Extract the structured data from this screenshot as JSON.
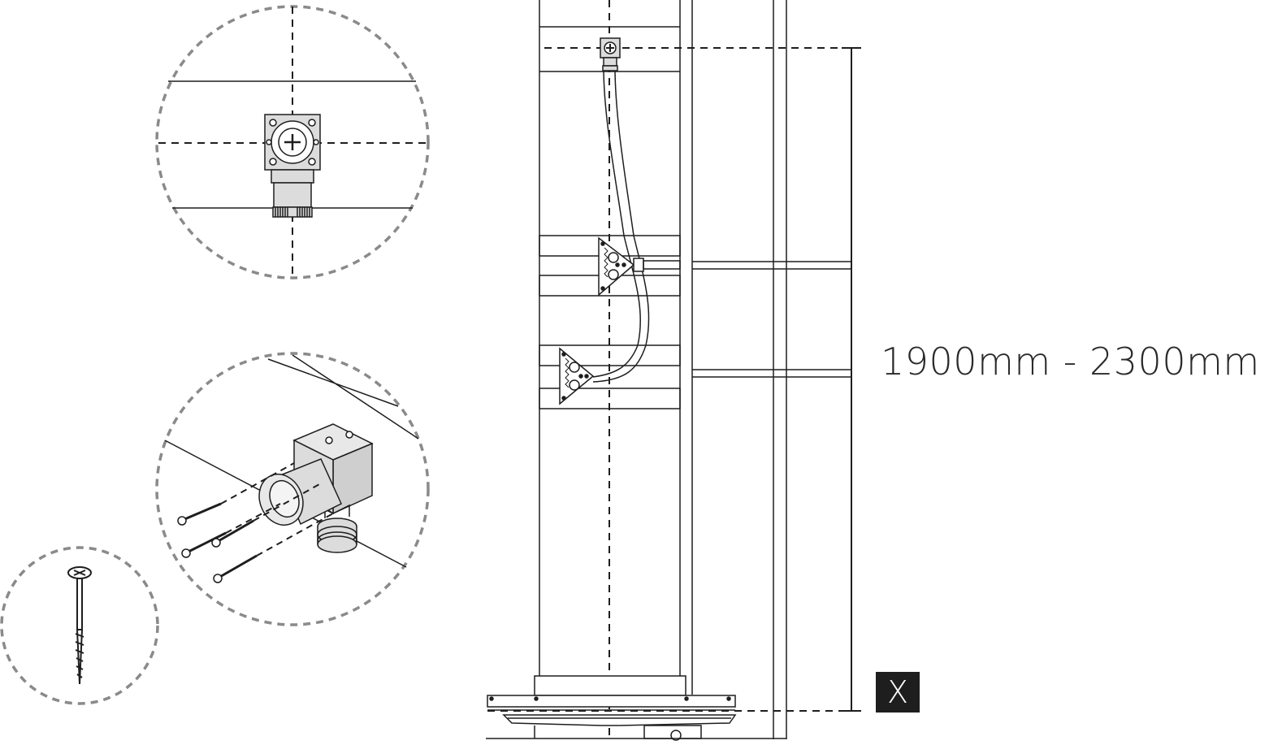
{
  "dimension_label": "1900mm - 2300mm",
  "dimension_marker": "X",
  "colors": {
    "line": "#1e1e1e",
    "dashed_circle": "#8a8a8a",
    "part_fill": "#dcdcdc",
    "badge_bg": "#1e1e1e",
    "badge_text": "#ffffff"
  },
  "icons": [
    "wall-outlet-connector",
    "screw",
    "mounting-bracket",
    "shower-tray"
  ]
}
